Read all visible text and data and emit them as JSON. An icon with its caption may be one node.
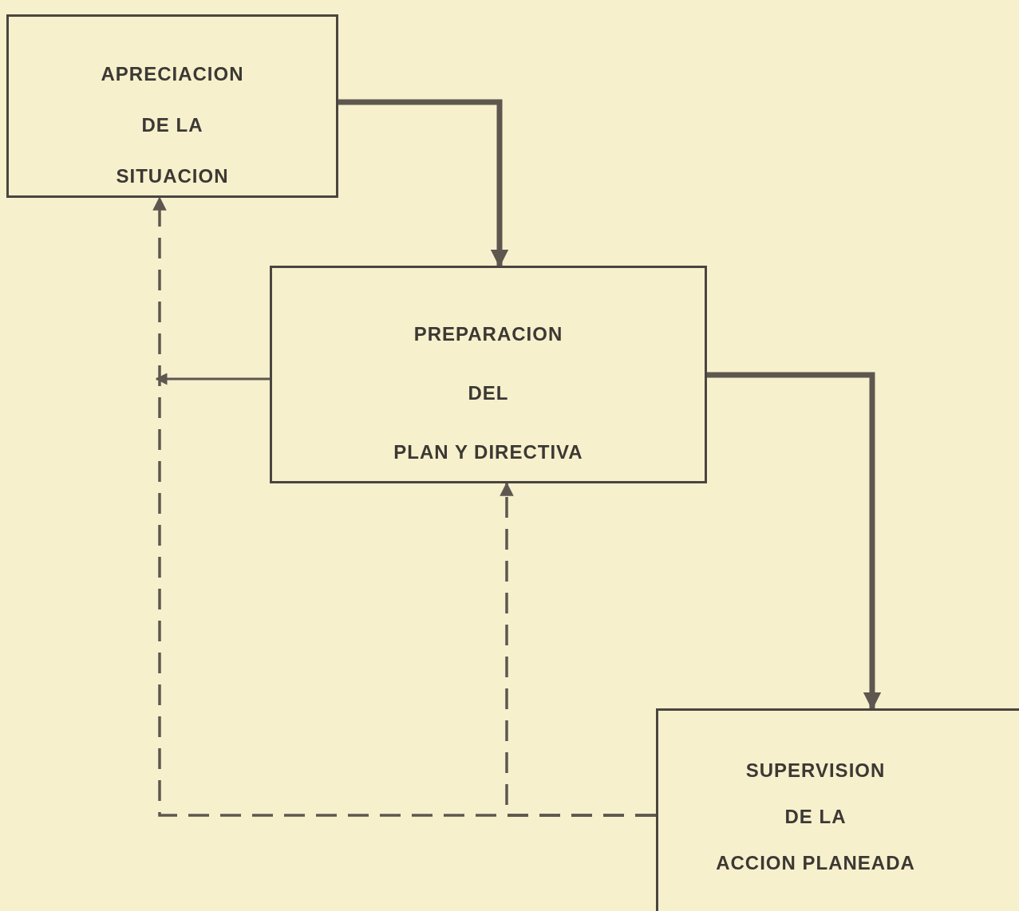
{
  "diagram": {
    "nodes": [
      {
        "text": [
          "APRECIACION DE LA SITUACION"
        ]
      },
      {
        "text": [
          "PREPARACION DEL PLAN Y DIRECTIVA"
        ]
      },
      {
        "text": [
          "SUPERVISION DE LA ACCION PLANEADA"
        ]
      }
    ],
    "edges": [
      {
        "from": 0,
        "to": 1,
        "arrow": "to",
        "style": "thick"
      },
      {
        "from": 1,
        "to": 2,
        "arrow": "to",
        "style": "thick"
      },
      {
        "from": 2,
        "to": 0,
        "arrow": "to",
        "style": "dashed"
      },
      {
        "from": 2,
        "to": 1,
        "arrow": "to",
        "style": "dashed"
      },
      {
        "from": 1,
        "to": null,
        "arrow": "to"
      }
    ]
  }
}
